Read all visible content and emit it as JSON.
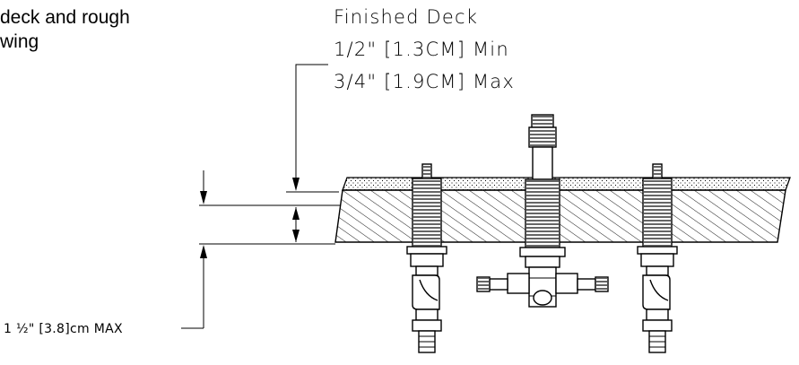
{
  "caption": {
    "line1": "deck and rough",
    "line2": "wing"
  },
  "deck_label": {
    "line1": "Finished Deck",
    "line2": "1/2\" [1.3CM] Min",
    "line3": "3/4\"    [1.9CM] Max"
  },
  "dimension_label": "1 ½\" [3.8]cm MAX",
  "colors": {
    "ink": "#000000",
    "background": "#ffffff"
  }
}
